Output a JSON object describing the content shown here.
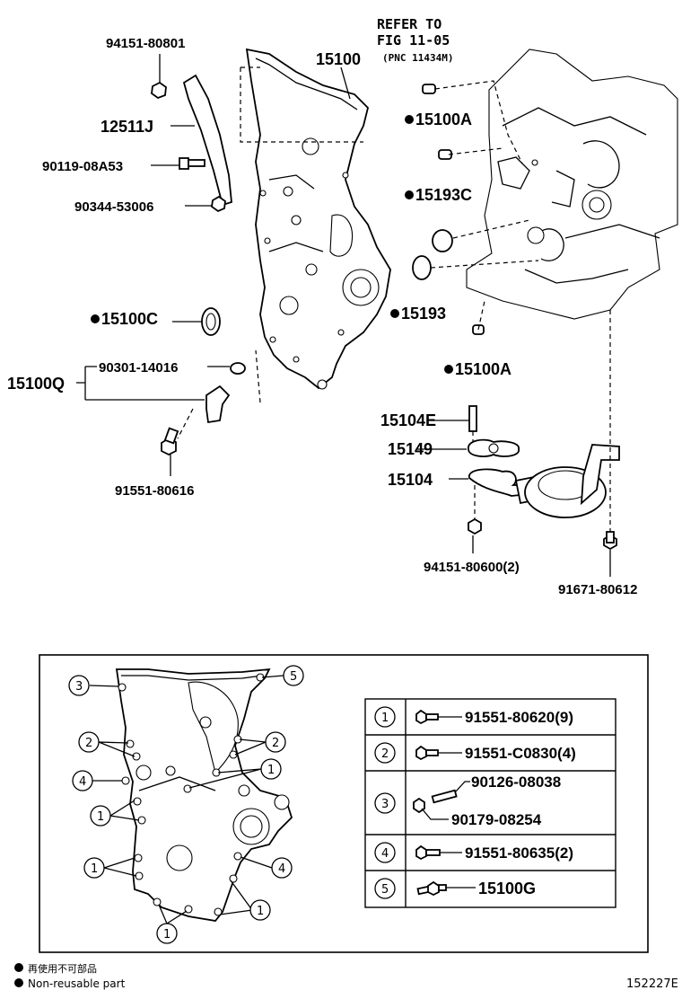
{
  "reference": {
    "line1": "REFER TO",
    "line2": "FIG 11-05",
    "line3": "(PNC 11434M)"
  },
  "labels": {
    "p_94151_80801": "94151-80801",
    "p_15100": "15100",
    "p_12511J": "12511J",
    "p_90119_08A53": "90119-08A53",
    "p_90344_53006": "90344-53006",
    "p_15100A_top": "15100A",
    "p_15193C": "15193C",
    "p_15193": "15193",
    "p_15100C": "15100C",
    "p_90301_14016": "90301-14016",
    "p_15100Q": "15100Q",
    "p_15100A_bottom": "15100A",
    "p_91551_80616": "91551-80616",
    "p_15104E": "15104E",
    "p_15149": "15149",
    "p_15104": "15104",
    "p_94151_80600": "94151-80600(2)",
    "p_91671_80612": "91671-80612"
  },
  "bolt_table": {
    "rows": [
      {
        "key": "1",
        "parts": [
          "91551-80620(9)"
        ]
      },
      {
        "key": "2",
        "parts": [
          "91551-C0830(4)"
        ]
      },
      {
        "key": "3",
        "parts": [
          "90126-08038",
          "90179-08254"
        ]
      },
      {
        "key": "4",
        "parts": [
          "91551-80635(2)"
        ]
      },
      {
        "key": "5",
        "parts": [
          "15100G"
        ]
      }
    ]
  },
  "callouts": {
    "c1": "1",
    "c2": "2",
    "c3": "3",
    "c4": "4",
    "c5": "5"
  },
  "legend": {
    "jp": "再使用不可部品",
    "en": "Non-reusable part"
  },
  "figure_id": "152227E"
}
